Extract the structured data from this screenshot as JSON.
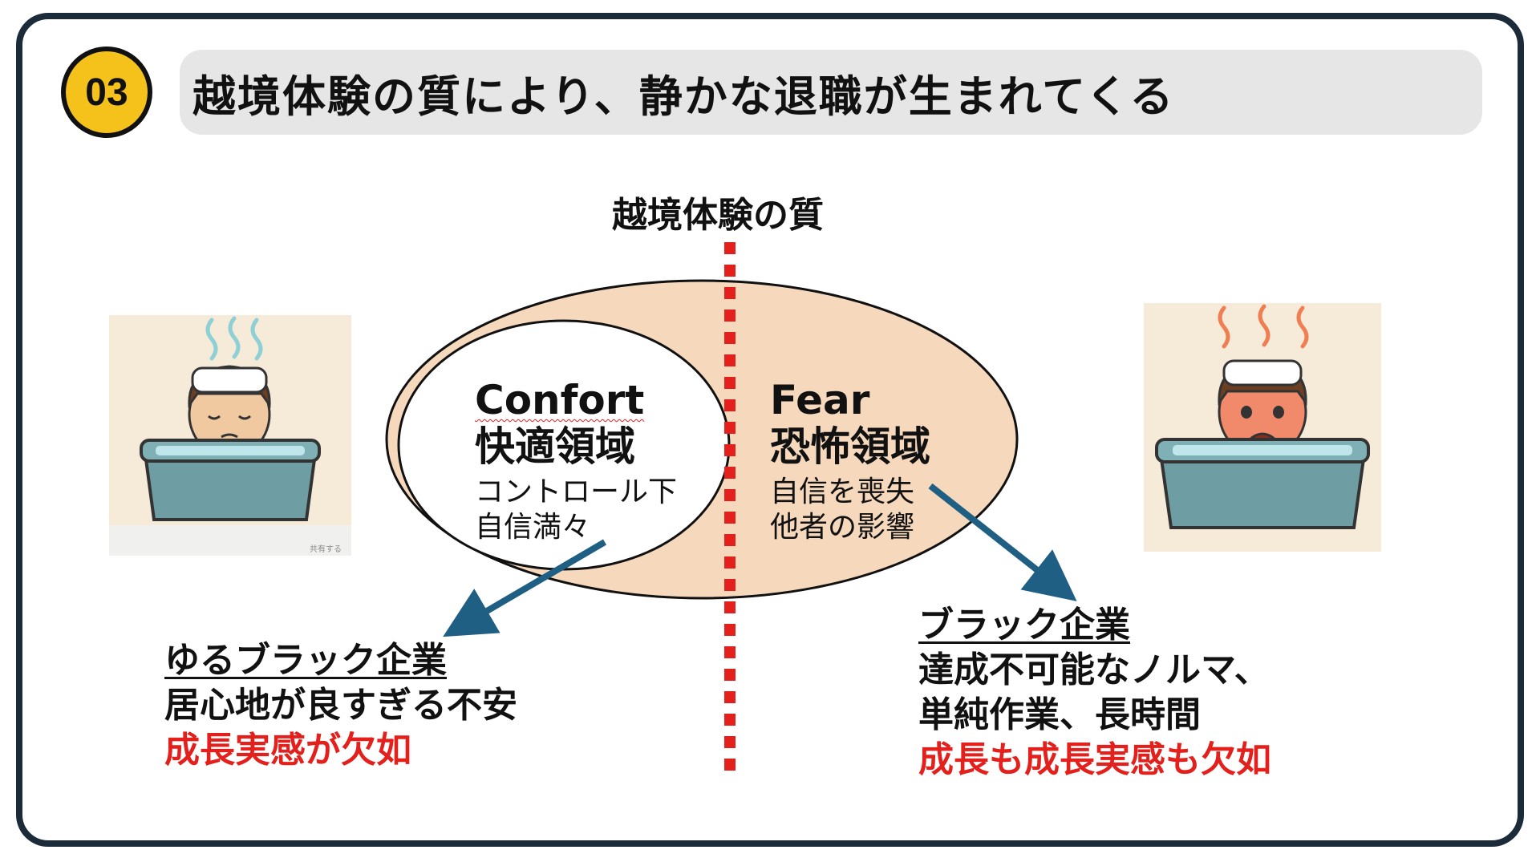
{
  "header": {
    "number": "03",
    "title": "越境体験の質により、静かな退職が生まれてくる"
  },
  "axis": {
    "label": "越境体験の質"
  },
  "comfort": {
    "title_en": "Confort",
    "title_ja": "快適領域",
    "lines": [
      "コントロール下",
      "自信満々"
    ]
  },
  "fear": {
    "title_en": "Fear",
    "title_ja": "恐怖領域",
    "lines": [
      "自信を喪失",
      "他者の影響"
    ]
  },
  "left_outcome": {
    "heading": "ゆるブラック企業",
    "line1": "居心地が良すぎる不安",
    "highlight": "成長実感が欠如"
  },
  "right_outcome": {
    "heading": "ブラック企業",
    "line1": "達成不可能なノルマ、",
    "line2": "単純作業、長時間",
    "highlight": "成長も成長実感も欠如"
  },
  "left_image": {
    "share_label": "共有する"
  },
  "colors": {
    "badge": "#f4c21b",
    "fear_fill": "#f6d8bd",
    "divider": "#e3201b",
    "arrow": "#1f5f83",
    "highlight": "#e3201b",
    "frame": "#1c2b3a",
    "title_bg": "#e6e6e6"
  }
}
